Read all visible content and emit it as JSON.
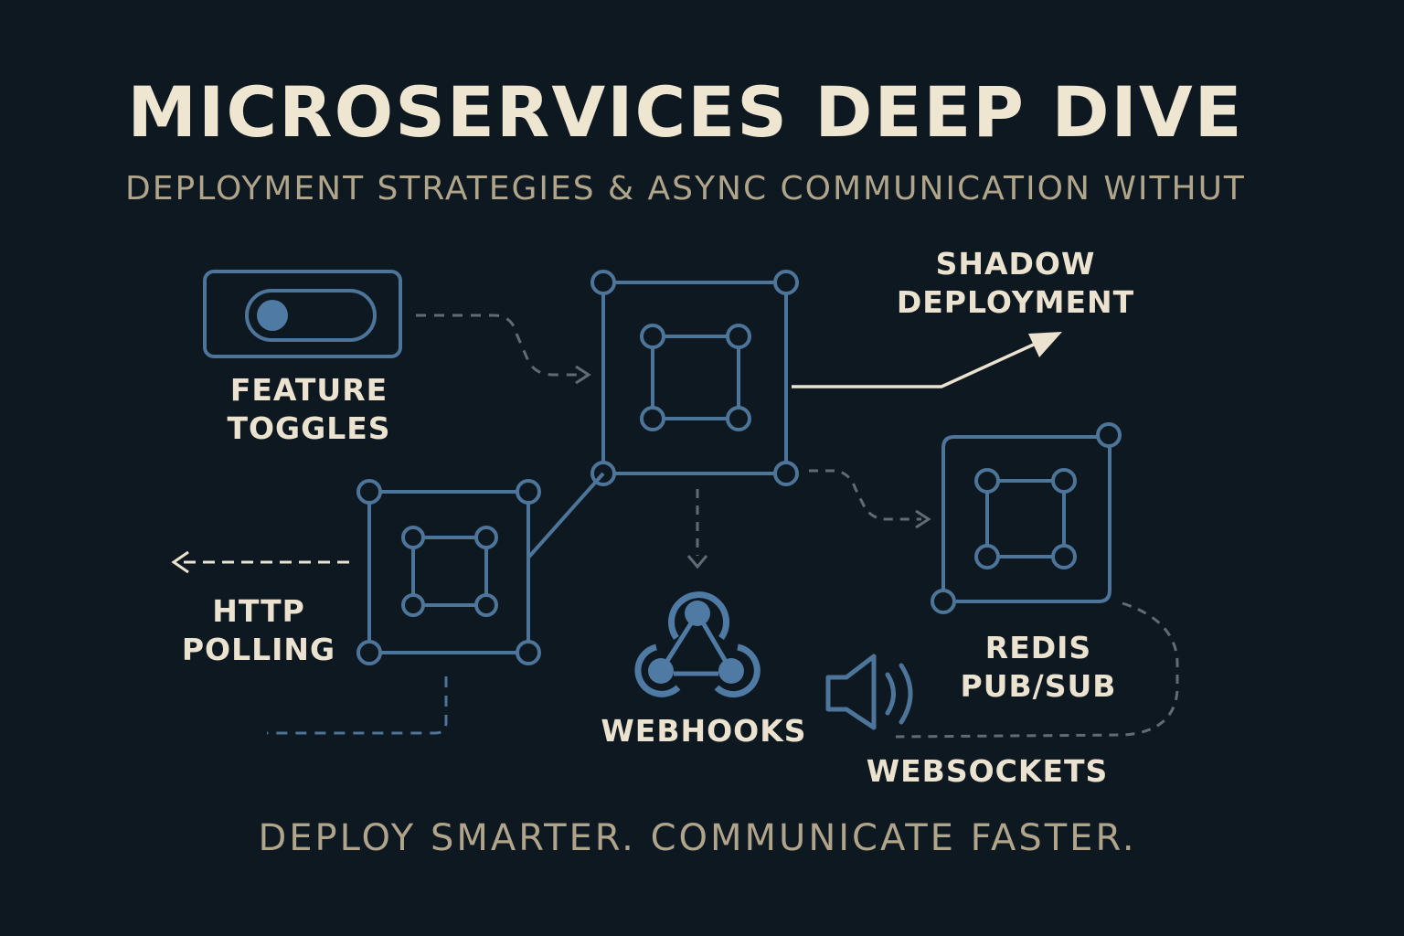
{
  "header": {
    "title": "MICROSERVICES DEEP DIVE",
    "subtitle": "DEPLOYMENT  STRATEGIES & ASYNC COMMUNICATION WITHUT"
  },
  "labels": {
    "feature_toggles": [
      "FEATURE",
      "TOGGLES"
    ],
    "shadow_deployment": [
      "SHADOW",
      "DEPLOYMENT"
    ],
    "http_polling": [
      "HTTP",
      "POLLING"
    ],
    "webhooks": "WEBHOOKS",
    "redis_pubsub": [
      "REDIS",
      "PUB/SUB"
    ],
    "websockets": "WEBSOCKETS"
  },
  "footer": {
    "tagline": "DEPLOY SMARTER. COMMUNICATE FASTER."
  },
  "colors": {
    "background": "#0e1821",
    "line_blue": "#4d7499",
    "node_fill": "#4f7aa3",
    "cream": "#ebe3cf",
    "muted_gold": "#b0a58b",
    "dash_gray": "#5f6c76"
  },
  "icons": {
    "toggle": "toggle-switch-icon",
    "service": "service-node-icon",
    "webhook": "webhook-icon",
    "speaker": "speaker-icon"
  }
}
